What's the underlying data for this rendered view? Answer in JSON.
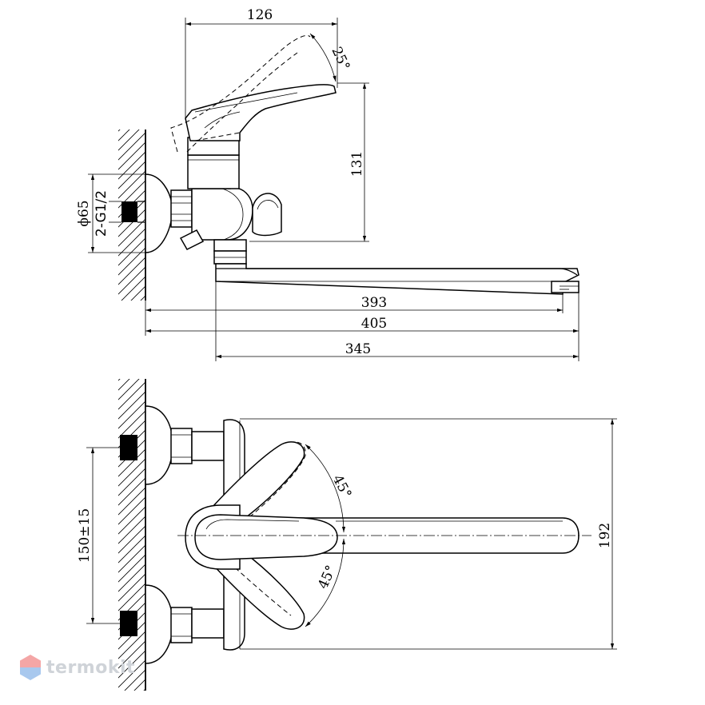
{
  "top_view": {
    "dims": {
      "handle_width": "126",
      "handle_angle": "25°",
      "height": "131",
      "flange_diameter": "ϕ65",
      "thread": "2-G1/2",
      "length_393": "393",
      "length_405": "405",
      "length_345": "345"
    }
  },
  "bottom_view": {
    "dims": {
      "centers": "150±15",
      "depth": "192",
      "angle_upper": "45°",
      "angle_lower": "45°"
    }
  },
  "brand": {
    "name": "termokit"
  },
  "colors": {
    "line": "#000000",
    "logo": "#cfd3d8",
    "logo_icon_top": "#f4a6a6",
    "logo_icon_bottom": "#a8c8ee"
  }
}
